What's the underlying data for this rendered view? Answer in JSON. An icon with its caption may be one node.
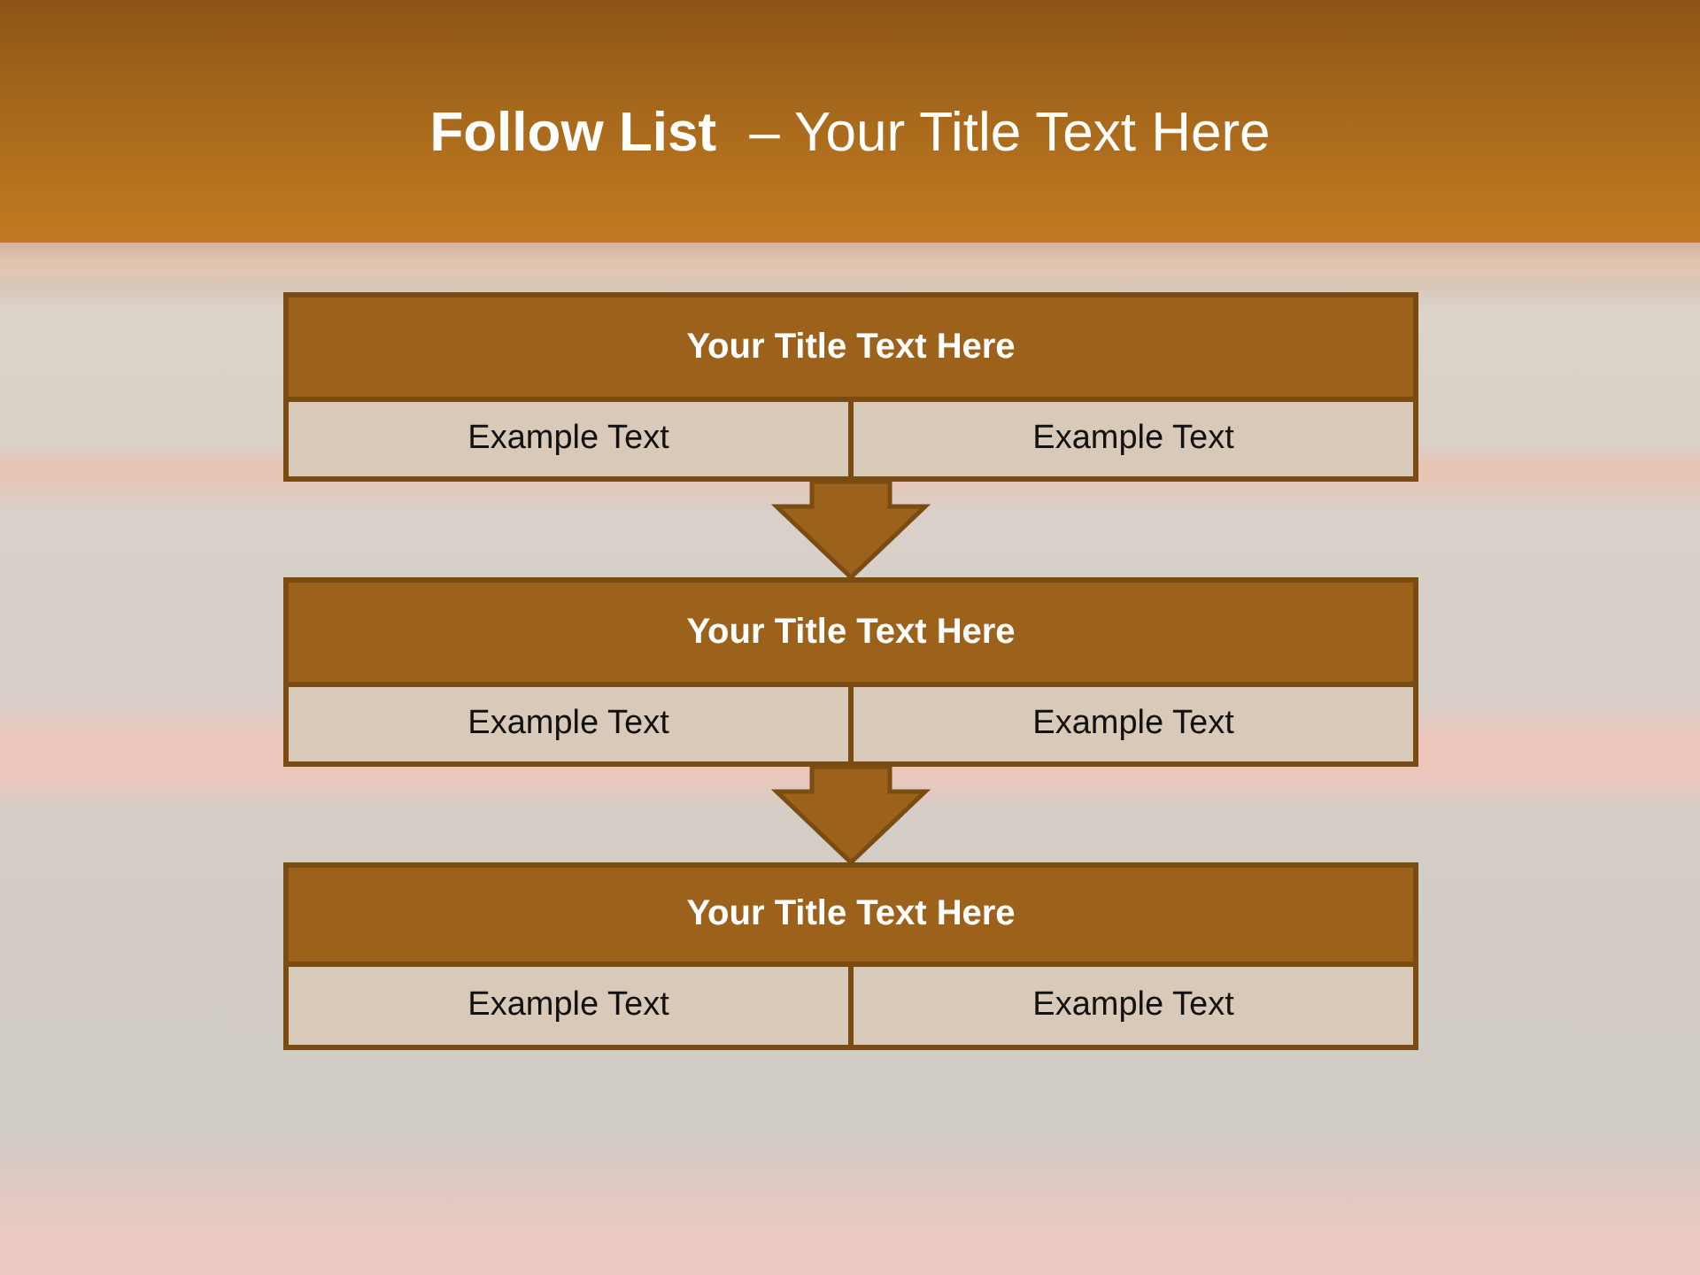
{
  "diagram": {
    "title": "**Follow List** – Your Title Text Here",
    "nodes": [
      {
        "text": [
          "Your Title Text Here",
          "Example Text",
          "Example Text"
        ]
      },
      {
        "text": [
          "Your Title Text Here",
          "Example Text",
          "Example Text"
        ]
      },
      {
        "text": [
          "Your Title Text Here",
          "Example Text",
          "Example Text"
        ]
      }
    ],
    "edges": [
      {
        "from": 0,
        "to": 1,
        "arrow": "to"
      },
      {
        "from": 1,
        "to": 2,
        "arrow": "to"
      }
    ]
  }
}
